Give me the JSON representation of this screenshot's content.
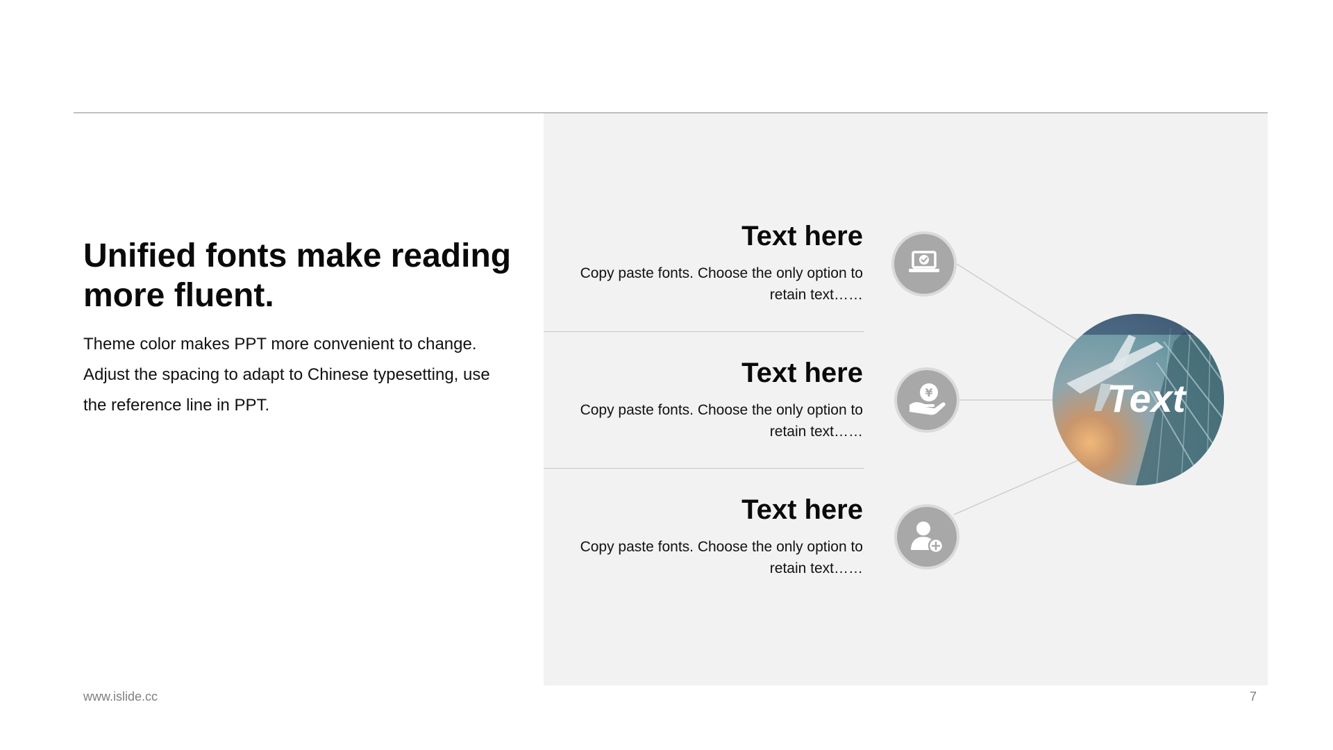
{
  "slide": {
    "headline": "Unified fonts make reading more fluent.",
    "intro": "Theme color makes PPT more convenient to change. Adjust the spacing to adapt to Chinese typesetting, use the reference line in PPT."
  },
  "items": [
    {
      "title": "Text here",
      "description": "Copy paste fonts. Choose the only option to retain text……",
      "icon": "laptop-check-icon"
    },
    {
      "title": "Text here",
      "description": "Copy paste fonts. Choose the only option to retain text……",
      "icon": "yen-hand-icon"
    },
    {
      "title": "Text here",
      "description": "Copy paste fonts. Choose the only option to retain text……",
      "icon": "add-user-icon"
    }
  ],
  "hub": {
    "label": "Text"
  },
  "footer": {
    "url": "www.islide.cc",
    "page_number": "7"
  },
  "colors": {
    "panel": "#f2f2f2",
    "icon_fill": "#a8a8a8",
    "icon_ring": "#dadada",
    "rule": "#8c8c8c"
  }
}
